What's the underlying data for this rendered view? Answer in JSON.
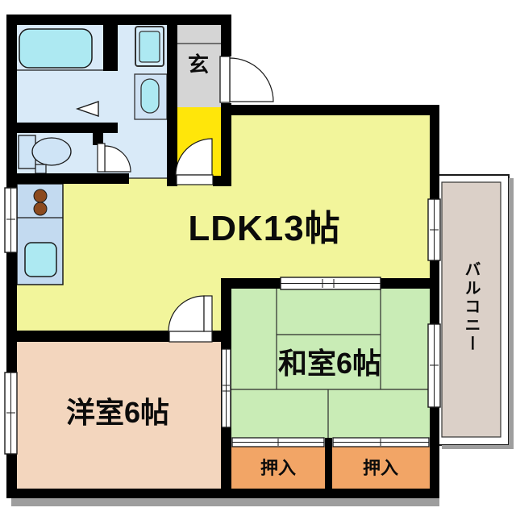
{
  "floorplan": {
    "rooms": {
      "ldk": {
        "label": "LDK13帖",
        "color": "#f2f59b"
      },
      "japanese_room": {
        "label": "和室6帖",
        "color": "#c9ecb6"
      },
      "western_room": {
        "label": "洋室6帖",
        "color": "#f3d6be"
      },
      "entrance": {
        "label": "玄",
        "color": "#d5d5d5"
      },
      "entrance_hall": {
        "color": "#ffe60a"
      },
      "balcony": {
        "label": "バルコニー",
        "color": "#dbd0c8"
      },
      "closet_left": {
        "label": "押入",
        "color": "#f2a566"
      },
      "closet_right": {
        "label": "押入",
        "color": "#f2a566"
      },
      "bathroom": {
        "color": "#d9eaf8"
      },
      "washroom": {
        "color": "#d9eaf8"
      },
      "toilet_room": {
        "color": "#d9eaf8"
      },
      "kitchen_counter": {
        "color": "#c3daf0"
      }
    },
    "wall_color": "#000000",
    "fixture_colors": {
      "bathtub": "#ade9f2",
      "sink": "#ade9f2",
      "stove_burner": "#8c4a1e"
    },
    "shadow_color": "#9e9e9e"
  }
}
